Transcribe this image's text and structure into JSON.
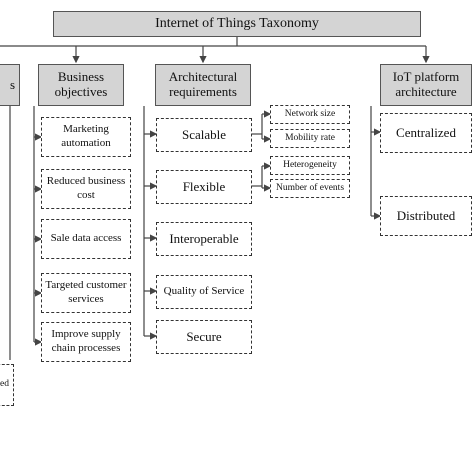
{
  "title": "Internet of Things Taxonomy",
  "left_branch": {
    "header_fragment": "s",
    "item_fragment": "ed"
  },
  "business_objectives": {
    "label": "Business objectives",
    "items": [
      "Marketing automation",
      "Reduced business cost",
      "Sale data access",
      "Targeted customer services",
      "Improve supply chain processes"
    ]
  },
  "architectural_requirements": {
    "label": "Architectural requirements",
    "items": [
      "Scalable",
      "Flexible",
      "Interoperable",
      "Quality of Service",
      "Secure"
    ],
    "scalable_sub": [
      "Network size",
      "Mobility rate"
    ],
    "flexible_sub": [
      "Heterogeneity",
      "Number of events"
    ]
  },
  "iot_platform_architecture": {
    "label": "IoT platform architecture",
    "items": [
      "Centralized",
      "Distributed"
    ]
  }
}
